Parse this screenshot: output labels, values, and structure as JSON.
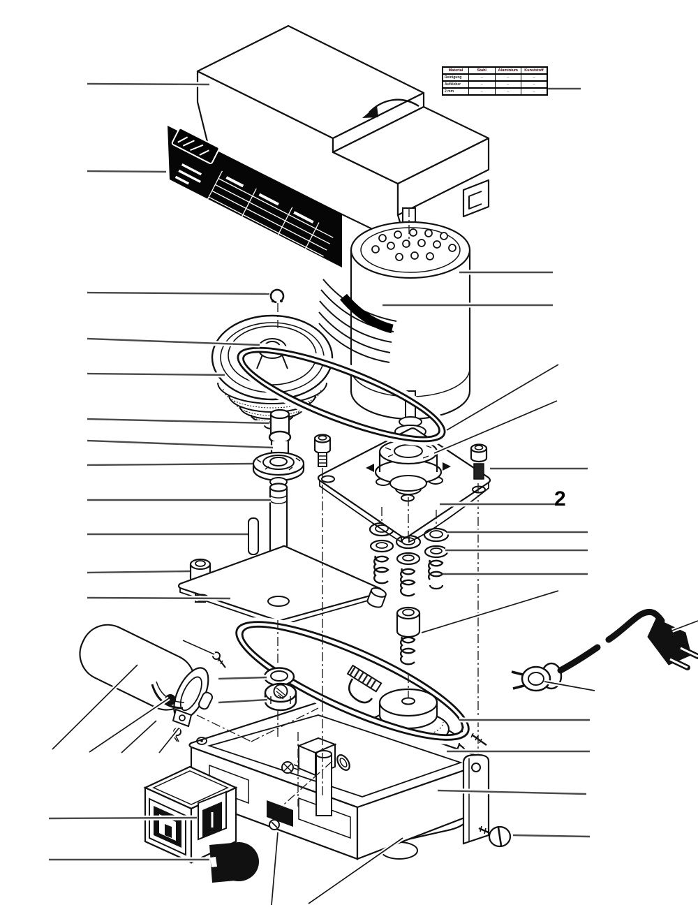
{
  "figure": {
    "number_label": "2"
  },
  "spec_table": {
    "headers": [
      "Material",
      "Stahl",
      "Aluminium",
      "Kunststoff"
    ],
    "rows": [
      {
        "label": "Reinigung",
        "cells": [
          "–",
          "–",
          "–"
        ]
      },
      {
        "label": "Aufkleber",
        "cells": [
          "–",
          "–",
          "–"
        ]
      },
      {
        "label": "2 mm",
        "cells": [
          "–",
          "–",
          "–"
        ]
      }
    ]
  },
  "colors": {
    "line": "#111111",
    "leader": "#4a4a4a",
    "label_bg": "#000000"
  }
}
